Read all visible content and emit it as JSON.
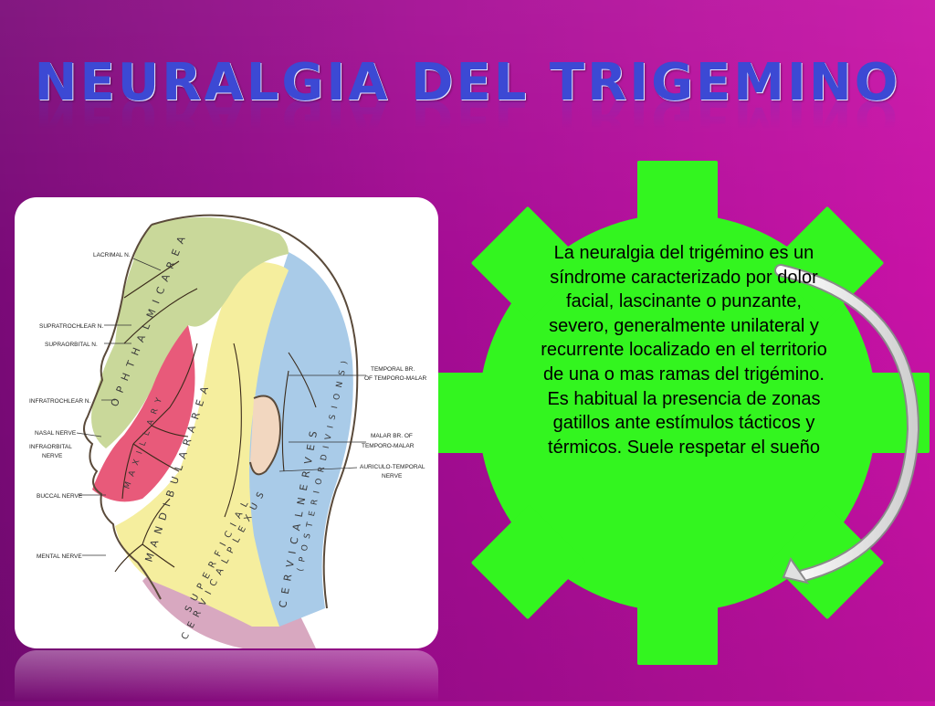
{
  "slide": {
    "title": "NEURALGIA DEL TRIGEMINO",
    "description": "La neuralgia del trigémino es un síndrome caracterizado por dolor facial, lascinante o punzante, severo, generalmente  unilateral y recurrente localizado en el territorio de una o mas ramas del trigémino. Es habitual la presencia de zonas gatillos ante estímulos tácticos y térmicos. Suele respetar el sueño"
  },
  "anatomy": {
    "labels": {
      "lacrimal": "LACRIMAL N.",
      "supratrochlear": "SUPRATROCHLEAR N.",
      "supraorbital": "SUPRAORBITAL N.",
      "infratrochlear": "INFRATROCHLEAR N.",
      "nasal": "NASAL NERVE",
      "infraorbital_1": "INFRAORBITAL",
      "infraorbital_2": "NERVE",
      "buccal": "BUCCAL NERVE",
      "mental": "MENTAL NERVE",
      "temporal_1": "TEMPORAL BR.",
      "temporal_2": "OF TEMPORO-MALAR",
      "malar_1": "MALAR BR. OF",
      "malar_2": "TEMPORO-MALAR",
      "auriculo_1": "AURICULO-TEMPORAL",
      "auriculo_2": "NERVE"
    },
    "regions": {
      "ophthalmic": "O P H T H A L M I C   A R E A",
      "maxillary": "M A X I L L A R Y",
      "mandibular": "M A N D I B U L A R   A R E A",
      "cervical": "C E R V I C A L   N E R V E S",
      "posterior": "( P O S T E R I O R   D I V I S I O N S )",
      "superficial": "S U P E R F I C I A L",
      "plexus": "C E R V I C A L   P L E X U S"
    },
    "colors": {
      "ophthalmic": "#c9d89a",
      "maxillary": "#e85a7a",
      "mandibular": "#f5ee9e",
      "cervical": "#a9cbe8",
      "plexus": "#d8a8c0"
    }
  },
  "theme": {
    "gear_color": "#33f51f",
    "title_color": "#3c49d4"
  }
}
